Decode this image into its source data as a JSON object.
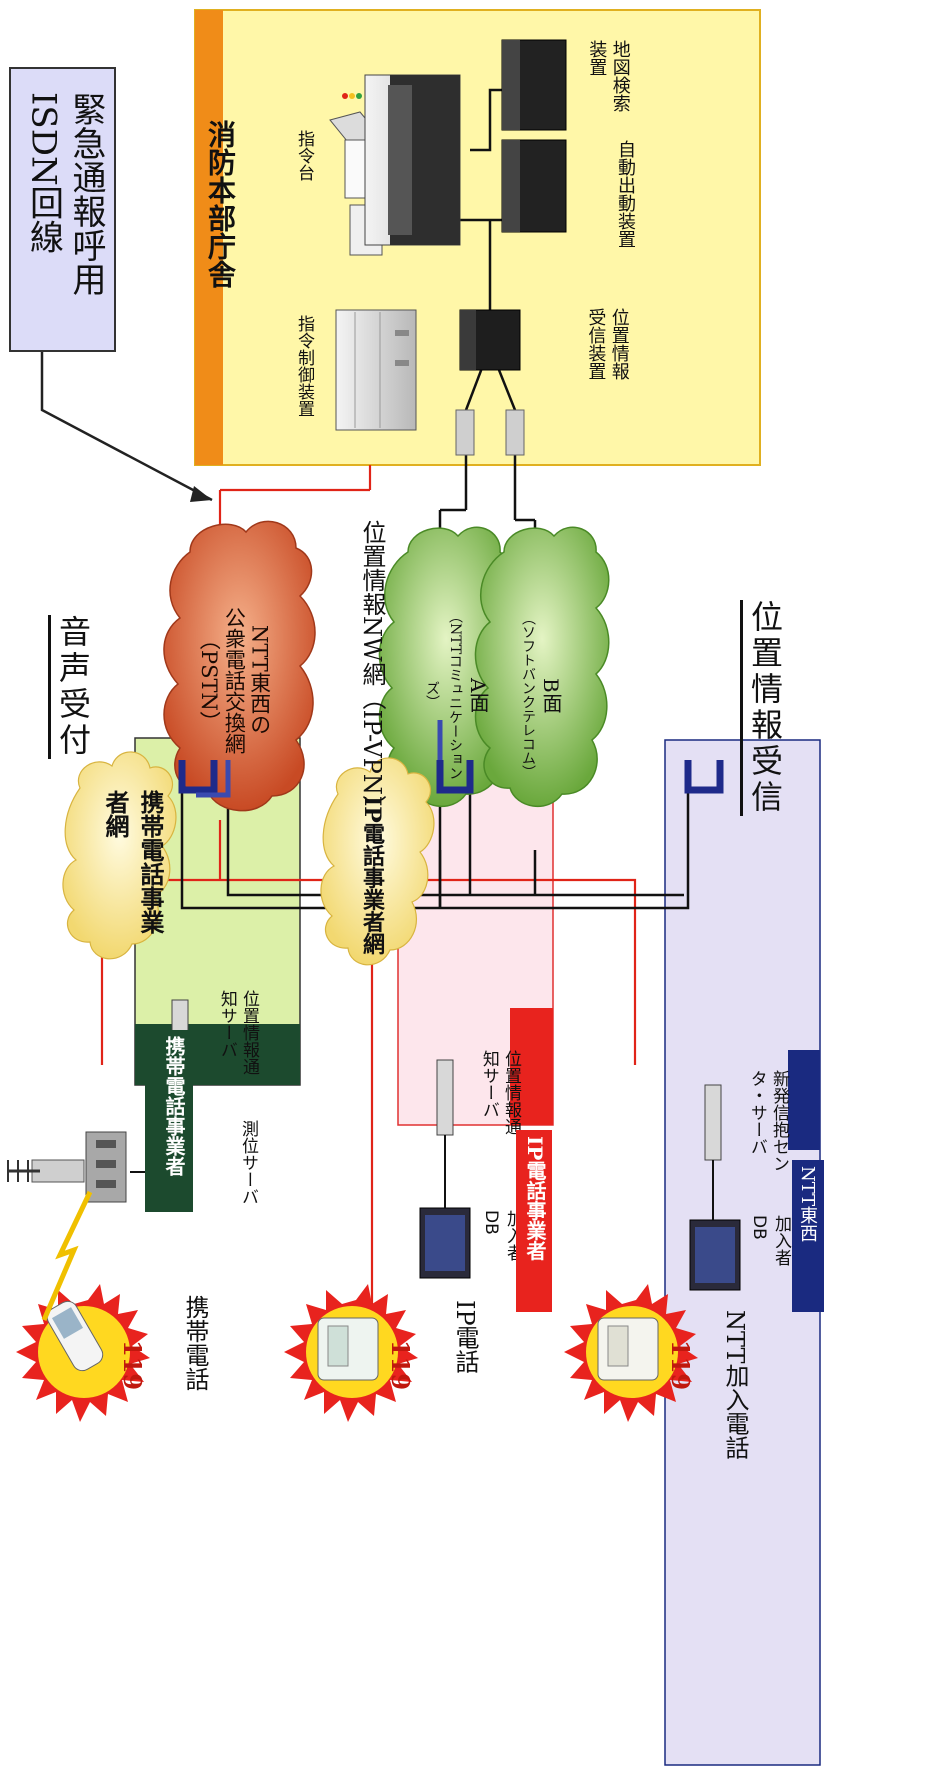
{
  "diagram": {
    "isdn_box": {
      "line1": "緊急通報呼用",
      "line2": "ISDN回線"
    },
    "fire_hq": {
      "title": "消防本部庁舎",
      "command_desk": "指令台",
      "control_device": "指令制御装置",
      "auto_dispatch": "自動出動装置",
      "map_search": "地図検索装置",
      "location_receiver": "位置情報受信装置"
    },
    "section_titles": {
      "voice": "音声受付",
      "location": "位置情報受信"
    },
    "pstn_cloud": {
      "line1": "NTT東西の",
      "line2": "公衆電話交換網",
      "line3": "（PSTN）"
    },
    "location_network": {
      "label": "位置情報NW網（IP-VPN）",
      "a_plane": {
        "name": "A面",
        "operator": "（NTTコミュニケーションズ）"
      },
      "b_plane": {
        "name": "B面",
        "operator": "（ソフトバンクテレコム）"
      }
    },
    "mobile_carrier": {
      "net_cloud": "携帯電話事業者網",
      "positioning_server": "測位サーバ",
      "notify_server": "位置情報通知サーバ",
      "label": "携帯電話事業者"
    },
    "ip_carrier": {
      "net_cloud": "IP電話事業者網",
      "subscriber_db": "加入者DB",
      "notify_server": "位置情報通知サーバ",
      "label": "IP電話事業者"
    },
    "ntt": {
      "subscriber_db": "加入者DB",
      "center_server": "新発信抱センタ・サーバ",
      "label": "NTT東西"
    },
    "callers": {
      "mobile": "携帯電話",
      "ip_phone": "IP電話",
      "ntt_phone": "NTT加入電話",
      "number": "119"
    },
    "colors": {
      "voice_line": "#e02418",
      "data_line": "#111111",
      "hq_fill": "#fff7a8",
      "hq_band": "#f08c18",
      "pstn_cloud": "#d2502a",
      "vpn_cloud": "#7cb84a",
      "carrier_cloud": "#fbe99a",
      "mobile_fill": "#dcf0a8",
      "mobile_band": "#1c4a2e",
      "ip_fill": "#fde6ec",
      "ip_band": "#e8231e",
      "ntt_fill": "#e4e0f4",
      "ntt_band": "#1a2a80",
      "isdn_fill": "#dcdcf8",
      "burst": "#e8231e",
      "burst_core": "#ffd820"
    }
  }
}
